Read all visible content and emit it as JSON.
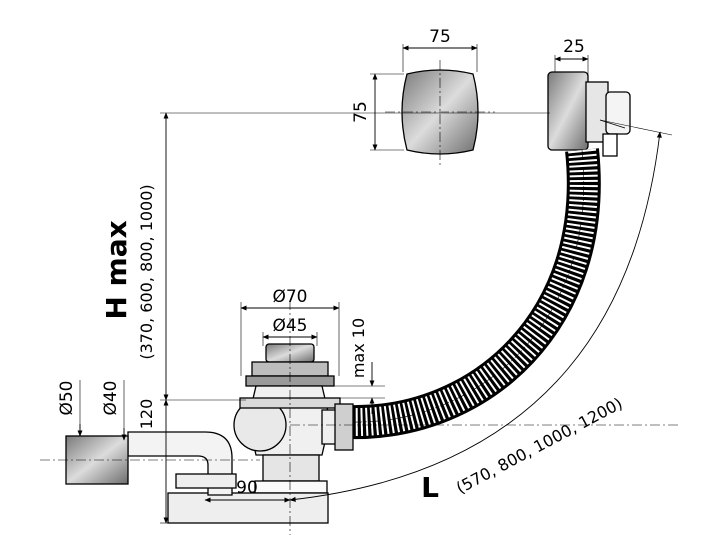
{
  "labels": {
    "cap_width": "75",
    "cap_height": "75",
    "overflow_depth": "25",
    "h_max_title": "H max",
    "h_max_values": "(370, 600, 800, 1000)",
    "d70": "Ø70",
    "d45": "Ø45",
    "max10": "max 10",
    "d50": "Ø50",
    "d40": "Ø40",
    "dim120": "120",
    "dim90": "90",
    "l_title": "L",
    "l_values": "(570, 800, 1000, 1200)"
  }
}
